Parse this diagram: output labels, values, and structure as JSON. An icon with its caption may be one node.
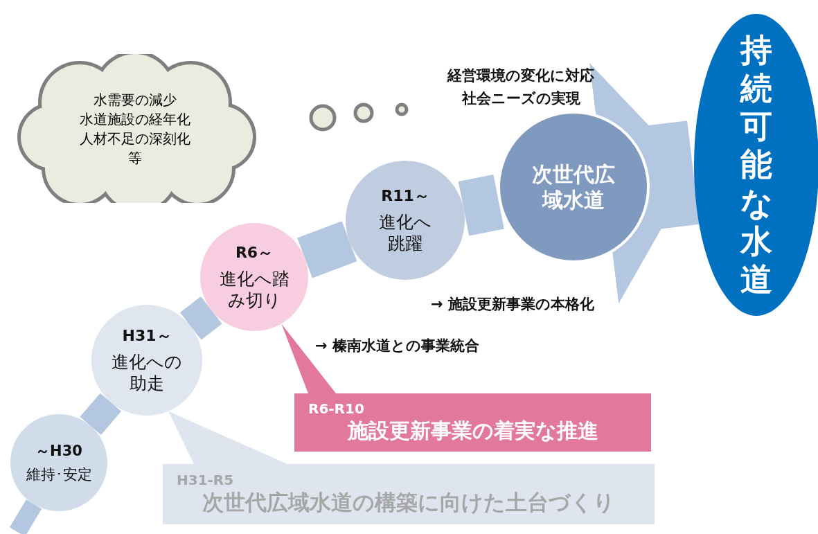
{
  "diagram": {
    "nodes": [
      {
        "text": [
          "水需要の減少",
          "水道施設の経年化",
          "人材不足の深刻化",
          "等"
        ]
      },
      {
        "text": [
          "～H30",
          "維持･安定"
        ]
      },
      {
        "text": [
          "H31～",
          "進化への助走"
        ]
      },
      {
        "text": [
          "R6～",
          "進化へ踏み切り"
        ]
      },
      {
        "text": [
          "R11～",
          "進化へ跳躍"
        ]
      },
      {
        "text": [
          "次世代広域水道"
        ]
      },
      {
        "text": [
          "持続可能な水道"
        ]
      },
      {
        "text": [
          "H31-R5",
          "次世代広域水道の構築に向けた土台づくり"
        ]
      },
      {
        "text": [
          "R6-R10",
          "施設更新事業の着実な推進"
        ]
      }
    ],
    "edges": [
      {
        "from": null,
        "to": 1,
        "arrow": "none"
      },
      {
        "from": 1,
        "to": 2,
        "arrow": "none"
      },
      {
        "from": 2,
        "to": 3,
        "arrow": "none"
      },
      {
        "from": 3,
        "to": 4,
        "arrow": "none"
      },
      {
        "from": 4,
        "to": 5,
        "arrow": "none"
      },
      {
        "from": 5,
        "to": 6,
        "arrow": "to",
        "style": "thick"
      },
      {
        "from": 7,
        "to": 2,
        "arrow": "none",
        "color": "#dee5ee"
      },
      {
        "from": 8,
        "to": 3,
        "arrow": "none",
        "color": "#e2789e"
      }
    ],
    "labels": [
      "経営環境の変化に対応",
      "社会ニーズの実現",
      "→ 施設更新事業の本格化",
      "→ 榛南水道との事業統合"
    ]
  }
}
